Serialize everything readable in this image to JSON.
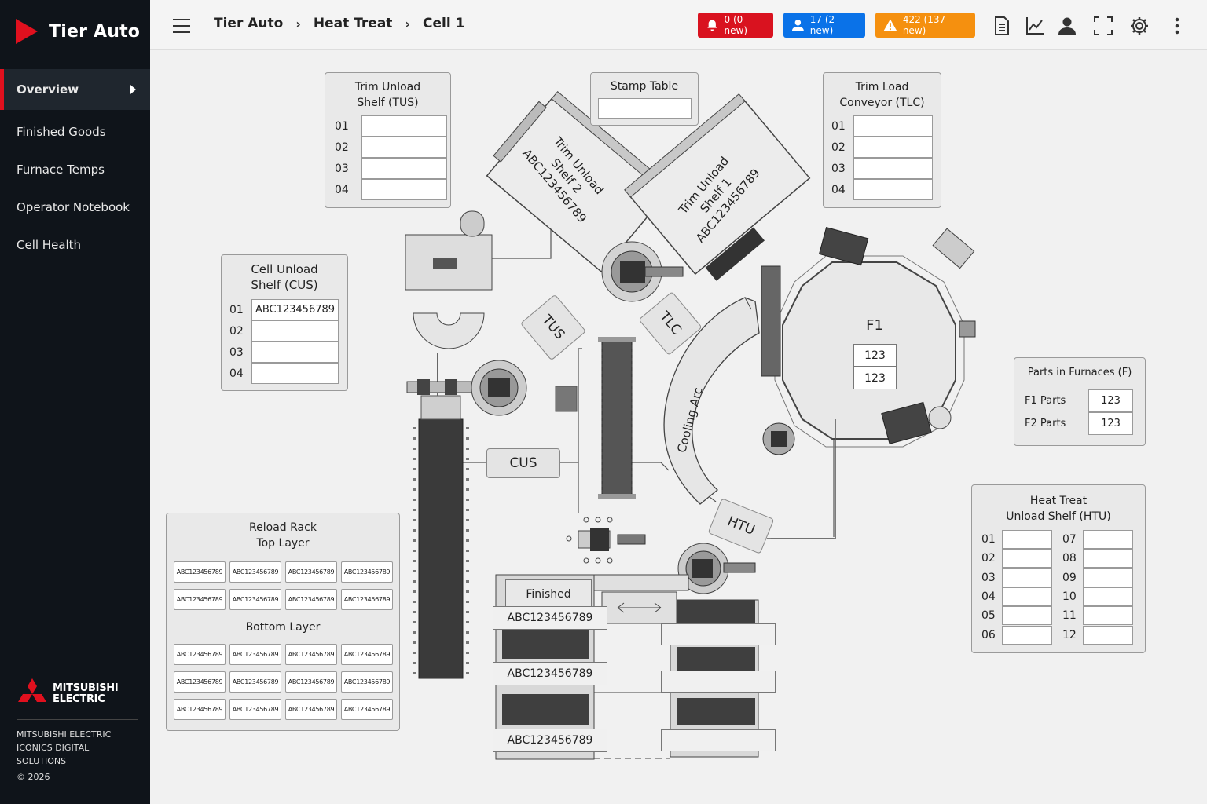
{
  "brand": {
    "title": "Tier Auto"
  },
  "nav": [
    {
      "label": "Overview",
      "active": true
    },
    {
      "label": "Finished Goods"
    },
    {
      "label": "Furnace Temps"
    },
    {
      "label": "Operator Notebook"
    },
    {
      "label": "Cell Health"
    }
  ],
  "footer": {
    "logo_line1": "MITSUBISHI",
    "logo_line2": "ELECTRIC",
    "company_line1": "MITSUBISHI ELECTRIC",
    "company_line2": "ICONICS DIGITAL SOLUTIONS",
    "copyright": "© 2026"
  },
  "breadcrumb": [
    "Tier Auto",
    "Heat Treat",
    "Cell 1"
  ],
  "alerts": {
    "alarms": {
      "label": "0 (0 new)",
      "color": "#d9121f"
    },
    "users": {
      "label": "17 (2 new)",
      "color": "#0a72e8"
    },
    "warnings": {
      "label": "422 (137 new)",
      "color": "#f5900f"
    }
  },
  "header_icons": [
    "report-icon",
    "trend-chart-icon",
    "user-icon",
    "fullscreen-icon",
    "settings-gear-icon",
    "more-vertical-icon"
  ],
  "tus_panel": {
    "title1": "Trim Unload",
    "title2": "Shelf (TUS)",
    "slots": [
      {
        "n": "01",
        "v": ""
      },
      {
        "n": "02",
        "v": ""
      },
      {
        "n": "03",
        "v": ""
      },
      {
        "n": "04",
        "v": ""
      }
    ]
  },
  "stamp_table": {
    "title": "Stamp Table",
    "value": ""
  },
  "tlc_panel": {
    "title1": "Trim Load",
    "title2": "Conveyor (TLC)",
    "slots": [
      {
        "n": "01",
        "v": ""
      },
      {
        "n": "02",
        "v": ""
      },
      {
        "n": "03",
        "v": ""
      },
      {
        "n": "04",
        "v": ""
      }
    ]
  },
  "cus_panel": {
    "title1": "Cell Unload",
    "title2": "Shelf (CUS)",
    "slots": [
      {
        "n": "01",
        "v": "ABC123456789"
      },
      {
        "n": "02",
        "v": ""
      },
      {
        "n": "03",
        "v": ""
      },
      {
        "n": "04",
        "v": ""
      }
    ]
  },
  "parts_panel": {
    "title": "Parts in Furnaces (F)",
    "rows": [
      {
        "label": "F1 Parts",
        "value": "123"
      },
      {
        "label": "F2 Parts",
        "value": "123"
      }
    ]
  },
  "htu_panel": {
    "title1": "Heat Treat",
    "title2": "Unload Shelf (HTU)",
    "left": [
      {
        "n": "01",
        "v": ""
      },
      {
        "n": "02",
        "v": ""
      },
      {
        "n": "03",
        "v": ""
      },
      {
        "n": "04",
        "v": ""
      },
      {
        "n": "05",
        "v": ""
      },
      {
        "n": "06",
        "v": ""
      }
    ],
    "right": [
      {
        "n": "07",
        "v": ""
      },
      {
        "n": "08",
        "v": ""
      },
      {
        "n": "09",
        "v": ""
      },
      {
        "n": "10",
        "v": ""
      },
      {
        "n": "11",
        "v": ""
      },
      {
        "n": "12",
        "v": ""
      }
    ]
  },
  "reload_rack": {
    "title1": "Reload Rack",
    "title2": "Top Layer",
    "bottom_title": "Bottom Layer",
    "top": [
      "ABC123456789",
      "ABC123456789",
      "ABC123456789",
      "ABC123456789",
      "ABC123456789",
      "ABC123456789",
      "ABC123456789",
      "ABC123456789"
    ],
    "bottom": [
      "ABC123456789",
      "ABC123456789",
      "ABC123456789",
      "ABC123456789",
      "ABC123456789",
      "ABC123456789",
      "ABC123456789",
      "ABC123456789",
      "ABC123456789",
      "ABC123456789",
      "ABC123456789",
      "ABC123456789"
    ]
  },
  "machines": {
    "trim2": {
      "line1": "Trim Unload",
      "line2": "Shelf 2",
      "line3": "ABC123456789"
    },
    "trim1": {
      "line1": "Trim Unload",
      "line2": "Shelf 1",
      "line3": "ABC123456789"
    },
    "furnace": {
      "name": "F1",
      "value1": "123",
      "value2": "123"
    },
    "cooling_arc": "Cooling Arc",
    "tus_tag": "TUS",
    "tlc_tag": "TLC",
    "cus_tag": "CUS",
    "htu_tag": "HTU",
    "finished_label": "Finished",
    "finished_slots": [
      "ABC123456789",
      "ABC123456789",
      "ABC123456789"
    ]
  }
}
